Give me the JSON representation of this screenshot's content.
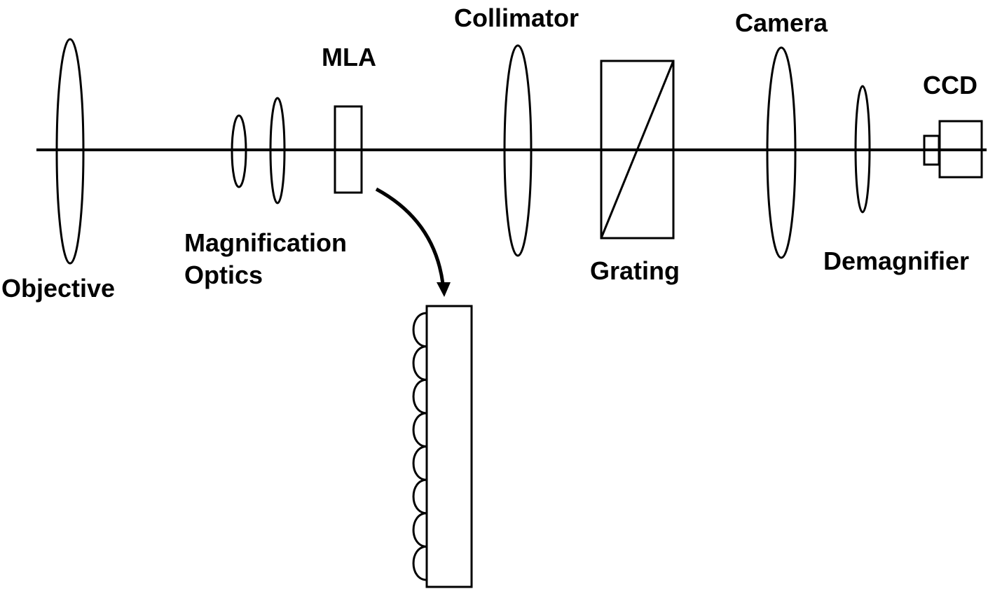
{
  "diagram": {
    "title": "Spectrometer optical layout with microlens array",
    "components": [
      {
        "id": "objective",
        "label": "Objective"
      },
      {
        "id": "magnification-optics",
        "label_line1": "Magnification",
        "label_line2": "Optics"
      },
      {
        "id": "mla",
        "label": "MLA"
      },
      {
        "id": "collimator",
        "label": "Collimator"
      },
      {
        "id": "grating",
        "label": "Grating"
      },
      {
        "id": "camera",
        "label": "Camera"
      },
      {
        "id": "demagnifier",
        "label": "Demagnifier"
      },
      {
        "id": "ccd",
        "label": "CCD"
      }
    ],
    "mla_inset": {
      "lenslet_count": 8
    },
    "colors": {
      "line": "#000000",
      "background": "#ffffff"
    }
  }
}
